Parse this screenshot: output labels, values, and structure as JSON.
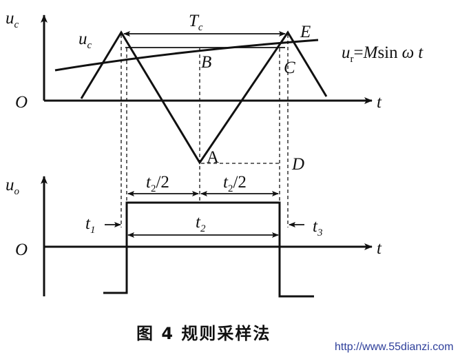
{
  "top_plot": {
    "y_axis_main": "u",
    "y_axis_sub": "c",
    "x_axis": "t",
    "origin": "O",
    "carrier_label_main": "u",
    "carrier_label_sub": "c",
    "period_main": "T",
    "period_sub": "c",
    "point_e": "E",
    "point_b": "B",
    "point_c": "C",
    "point_a": "A",
    "point_d": "D",
    "ref_label_main": "u",
    "ref_label_sub": "r",
    "ref_label_eq": "=",
    "ref_label_m": "M",
    "ref_label_sin": "sin",
    "ref_label_omega": "ω",
    "ref_label_t": "t"
  },
  "bottom_plot": {
    "y_axis_main": "u",
    "y_axis_sub": "o",
    "x_axis": "t",
    "origin": "O",
    "half_left_t": "t",
    "half_left_sub": "2",
    "half_left_div": "/2",
    "half_right_t": "t",
    "half_right_sub": "2",
    "half_right_div": "/2",
    "t1_main": "t",
    "t1_sub": "1",
    "t2_main": "t",
    "t2_sub": "2",
    "t3_main": "t",
    "t3_sub": "3"
  },
  "caption": "图 4   规则采样法",
  "watermark": "http://www.55dianzi.com"
}
